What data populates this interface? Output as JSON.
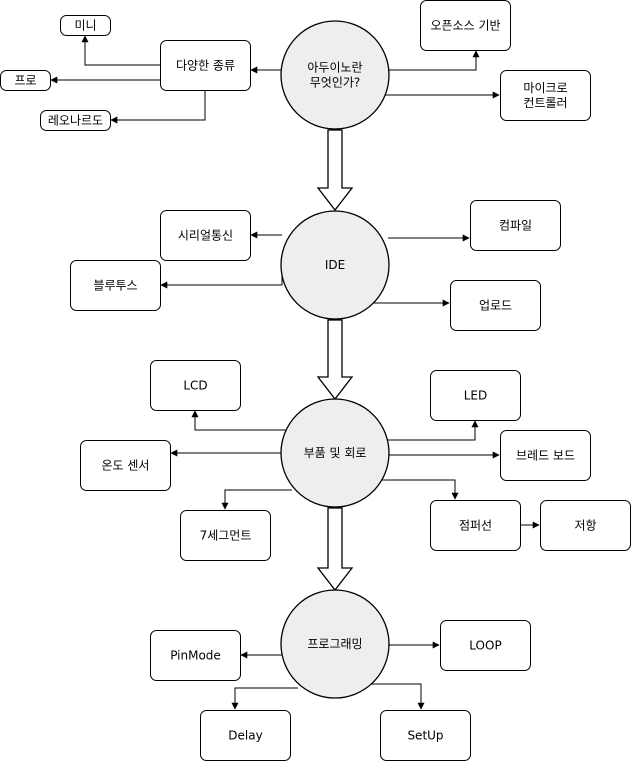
{
  "hubs": [
    {
      "id": "arduino",
      "lines": [
        "아두이노란",
        "무엇인가?"
      ]
    },
    {
      "id": "ide",
      "lines": [
        "IDE"
      ]
    },
    {
      "id": "parts",
      "lines": [
        "부품 및 회로"
      ]
    },
    {
      "id": "programming",
      "lines": [
        "프로그래밍"
      ]
    }
  ],
  "nodes": [
    {
      "id": "mini",
      "lines": [
        "미니"
      ]
    },
    {
      "id": "types",
      "lines": [
        "다양한 종류"
      ]
    },
    {
      "id": "pro",
      "lines": [
        "프로"
      ]
    },
    {
      "id": "leonardo",
      "lines": [
        "레오나르도"
      ]
    },
    {
      "id": "opensource",
      "lines": [
        "오픈소스 기반"
      ]
    },
    {
      "id": "microcontroller",
      "lines": [
        "마이크로",
        "컨트롤러"
      ]
    },
    {
      "id": "serial",
      "lines": [
        "시리얼통신"
      ]
    },
    {
      "id": "bluetooth",
      "lines": [
        "블루투스"
      ]
    },
    {
      "id": "compile",
      "lines": [
        "컴파일"
      ]
    },
    {
      "id": "upload",
      "lines": [
        "업로드"
      ]
    },
    {
      "id": "lcd",
      "lines": [
        "LCD"
      ]
    },
    {
      "id": "led",
      "lines": [
        "LED"
      ]
    },
    {
      "id": "temp",
      "lines": [
        "온도 센서"
      ]
    },
    {
      "id": "breadboard",
      "lines": [
        "브레드 보드"
      ]
    },
    {
      "id": "seg7",
      "lines": [
        "7세그먼트"
      ]
    },
    {
      "id": "jumper",
      "lines": [
        "점퍼선"
      ]
    },
    {
      "id": "resistor",
      "lines": [
        "저항"
      ]
    },
    {
      "id": "pinmode",
      "lines": [
        "PinMode"
      ]
    },
    {
      "id": "loop",
      "lines": [
        "LOOP"
      ]
    },
    {
      "id": "delay",
      "lines": [
        "Delay"
      ]
    },
    {
      "id": "setup",
      "lines": [
        "SetUp"
      ]
    }
  ],
  "edges": [
    {
      "from": "arduino",
      "to": "types"
    },
    {
      "from": "types",
      "to": "mini"
    },
    {
      "from": "types",
      "to": "pro"
    },
    {
      "from": "types",
      "to": "leonardo"
    },
    {
      "from": "arduino",
      "to": "opensource"
    },
    {
      "from": "arduino",
      "to": "microcontroller"
    },
    {
      "from": "arduino",
      "to": "ide",
      "style": "block"
    },
    {
      "from": "ide",
      "to": "serial"
    },
    {
      "from": "ide",
      "to": "bluetooth"
    },
    {
      "from": "ide",
      "to": "compile"
    },
    {
      "from": "ide",
      "to": "upload"
    },
    {
      "from": "ide",
      "to": "parts",
      "style": "block"
    },
    {
      "from": "parts",
      "to": "lcd"
    },
    {
      "from": "parts",
      "to": "led"
    },
    {
      "from": "parts",
      "to": "temp"
    },
    {
      "from": "parts",
      "to": "breadboard"
    },
    {
      "from": "parts",
      "to": "seg7"
    },
    {
      "from": "parts",
      "to": "jumper"
    },
    {
      "from": "jumper",
      "to": "resistor"
    },
    {
      "from": "parts",
      "to": "programming",
      "style": "block"
    },
    {
      "from": "programming",
      "to": "pinmode"
    },
    {
      "from": "programming",
      "to": "loop"
    },
    {
      "from": "programming",
      "to": "delay"
    },
    {
      "from": "programming",
      "to": "setup"
    }
  ]
}
